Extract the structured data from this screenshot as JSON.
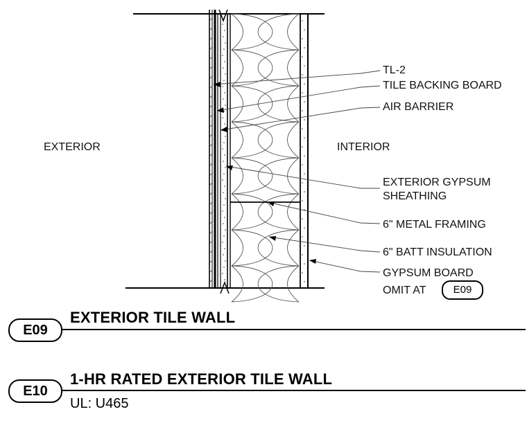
{
  "sides": {
    "exterior": "EXTERIOR",
    "interior": "INTERIOR"
  },
  "callouts": [
    {
      "id": "tl2",
      "text": "TL-2"
    },
    {
      "id": "tile-backing-board",
      "text": "TILE BACKING BOARD"
    },
    {
      "id": "air-barrier",
      "text": "AIR BARRIER"
    },
    {
      "id": "ext-gypsum-1",
      "text": "EXTERIOR GYPSUM"
    },
    {
      "id": "ext-gypsum-2",
      "text": "SHEATHING"
    },
    {
      "id": "metal-framing",
      "text": "6\" METAL FRAMING"
    },
    {
      "id": "batt-insulation",
      "text": "6\" BATT INSULATION"
    },
    {
      "id": "gypsum-board",
      "text": "GYPSUM BOARD"
    },
    {
      "id": "omit-at",
      "text": "OMIT AT"
    }
  ],
  "omit_tag": "E09",
  "details": [
    {
      "tag": "E09",
      "title": "EXTERIOR TILE WALL",
      "subtitle": ""
    },
    {
      "tag": "E10",
      "title": "1-HR RATED EXTERIOR TILE WALL",
      "subtitle": "UL: U465"
    }
  ]
}
